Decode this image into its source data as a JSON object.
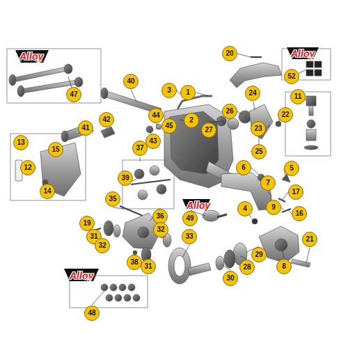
{
  "diagram": {
    "nodes": [
      {
        "text": [
          "20"
        ]
      },
      {
        "text": [
          "52"
        ]
      },
      {
        "text": [
          "40"
        ]
      },
      {
        "text": [
          "47"
        ]
      },
      {
        "text": [
          "11"
        ]
      },
      {
        "text": [
          "3"
        ]
      },
      {
        "text": [
          "1"
        ]
      },
      {
        "text": [
          "24"
        ]
      },
      {
        "text": [
          "26"
        ]
      },
      {
        "text": [
          "22"
        ]
      },
      {
        "text": [
          "44"
        ]
      },
      {
        "text": [
          "42"
        ]
      },
      {
        "text": [
          "2"
        ]
      },
      {
        "text": [
          "27"
        ]
      },
      {
        "text": [
          "45"
        ]
      },
      {
        "text": [
          "41"
        ]
      },
      {
        "text": [
          "23"
        ]
      },
      {
        "text": [
          "43"
        ]
      },
      {
        "text": [
          "13"
        ]
      },
      {
        "text": [
          "25"
        ]
      },
      {
        "text": [
          "37"
        ]
      },
      {
        "text": [
          "15"
        ]
      },
      {
        "text": [
          "12"
        ]
      },
      {
        "text": [
          "6"
        ]
      },
      {
        "text": [
          "5"
        ]
      },
      {
        "text": [
          "39"
        ]
      },
      {
        "text": [
          "7"
        ]
      },
      {
        "text": [
          "14"
        ]
      },
      {
        "text": [
          "17"
        ]
      },
      {
        "text": [
          "35"
        ]
      },
      {
        "text": [
          "9"
        ]
      },
      {
        "text": [
          "16"
        ]
      },
      {
        "text": [
          "36"
        ]
      },
      {
        "text": [
          "4"
        ]
      },
      {
        "text": [
          "49"
        ]
      },
      {
        "text": [
          "19"
        ]
      },
      {
        "text": [
          "31"
        ]
      },
      {
        "text": [
          "32"
        ]
      },
      {
        "text": [
          "33"
        ]
      },
      {
        "text": [
          "32"
        ]
      },
      {
        "text": [
          "21"
        ]
      },
      {
        "text": [
          "29"
        ]
      },
      {
        "text": [
          "38"
        ]
      },
      {
        "text": [
          "31"
        ]
      },
      {
        "text": [
          "8"
        ]
      },
      {
        "text": [
          "28"
        ]
      },
      {
        "text": [
          "30"
        ]
      },
      {
        "text": [
          "48"
        ]
      }
    ],
    "labels": [
      "Alloy",
      "USA",
      "Alloy",
      "USA",
      "Alloy",
      "Alloy",
      "USA"
    ]
  }
}
